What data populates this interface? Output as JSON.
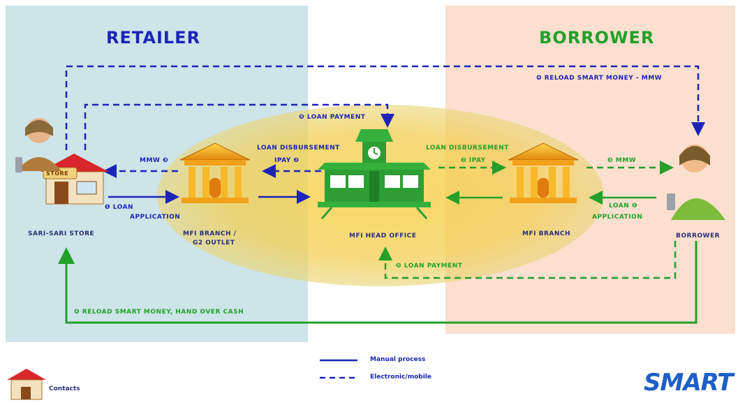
{
  "panels": {
    "retailer_title": "RETAILER",
    "borrower_title": "BORROWER"
  },
  "nodes": {
    "store": "SARI-SARI STORE",
    "branch_left_line1": "MFI BRANCH /",
    "branch_left_line2": "G2 OUTLET",
    "head_office": "MFI HEAD OFFICE",
    "branch_right": "MFI BRANCH",
    "borrower": "BORROWER",
    "store_sign": "STORE"
  },
  "flows": {
    "reload_top": "❹ RELOAD SMART MONEY - MMW",
    "loan_payment_top": "❺ LOAN PAYMENT",
    "disbursement_left": "LOAN DISBURSEMENT",
    "ipay_left": "IPAY ❷",
    "mmw_left": "MMW ❸",
    "loan_app_left_1": "❶  LOAN",
    "loan_app_left_2": "APPLICATION",
    "disbursement_right": "LOAN DISBURSEMENT",
    "ipay_right": "❷ IPAY",
    "mmw_right": "❸ MMW",
    "loan_app_right_1": "LOAN  ❶",
    "loan_app_right_2": "APPLICATION",
    "loan_payment_bottom": "❺ LOAN PAYMENT",
    "reload_bottom": "❹ RELOAD SMART MONEY, HAND OVER CASH"
  },
  "legend": {
    "manual": "Manual process",
    "electronic": "Electronic/mobile",
    "contacts": "Contacts"
  },
  "logo": "SMART",
  "colors": {
    "blue": "#1c24b8",
    "green": "#22a02a",
    "retailer_bg": "#cde4e8",
    "borrower_bg": "#fbdfcf",
    "ellipse": "#f5cf4a"
  }
}
